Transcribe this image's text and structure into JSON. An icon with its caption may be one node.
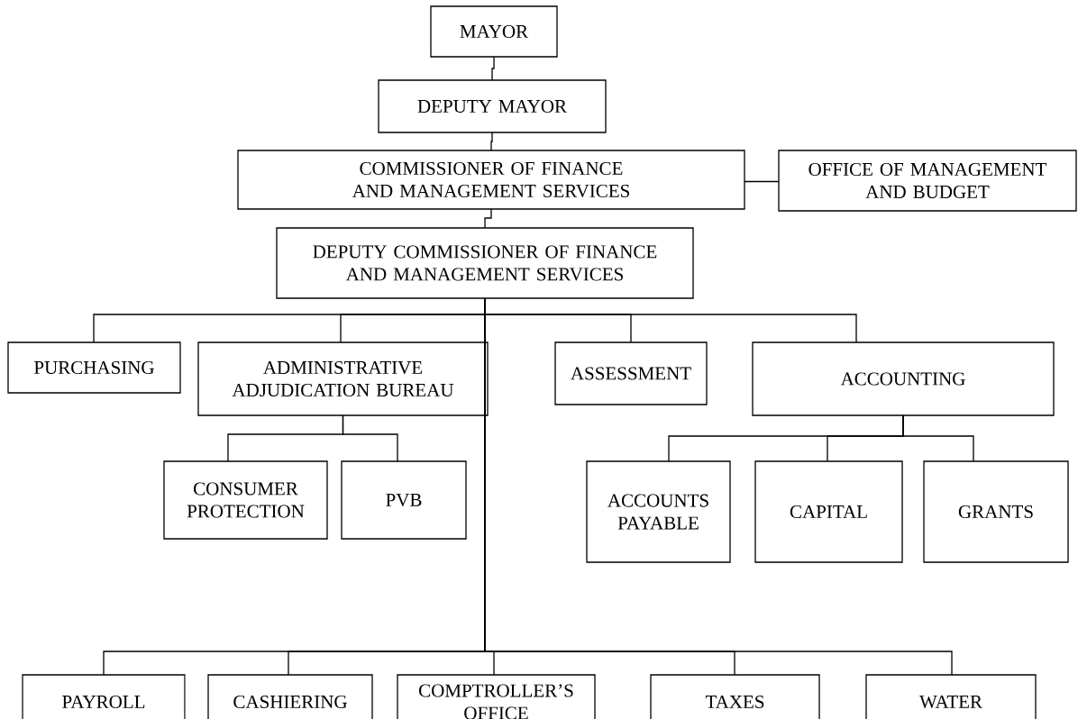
{
  "diagram": {
    "nodes": [
      {
        "text": [
          "MAYOR"
        ]
      },
      {
        "text": [
          "DEPUTY MAYOR"
        ]
      },
      {
        "text": [
          "COMMISSIONER OF FINANCE AND MANAGEMENT SERVICES"
        ]
      },
      {
        "text": [
          "OFFICE OF MANAGEMENT AND BUDGET"
        ]
      },
      {
        "text": [
          "DEPUTY COMMISSIONER OF FINANCE AND MANAGEMENT SERVICES"
        ]
      },
      {
        "text": [
          "PURCHASING"
        ]
      },
      {
        "text": [
          "ADMINISTRATIVE ADJUDICATION BUREAU"
        ]
      },
      {
        "text": [
          "ASSESSMENT"
        ]
      },
      {
        "text": [
          "ACCOUNTING"
        ]
      },
      {
        "text": [
          "CONSUMER PROTECTION"
        ]
      },
      {
        "text": [
          "PVB"
        ]
      },
      {
        "text": [
          "ACCOUNTS PAYABLE"
        ]
      },
      {
        "text": [
          "CAPITAL"
        ]
      },
      {
        "text": [
          "GRANTS"
        ]
      },
      {
        "text": [
          "PAYROLL"
        ]
      },
      {
        "text": [
          "CASHIERING"
        ]
      },
      {
        "text": [
          "COMPTROLLER’S OFFICE"
        ]
      },
      {
        "text": [
          "TAXES"
        ]
      },
      {
        "text": [
          "WATER"
        ]
      }
    ],
    "edges": [
      {
        "from": 0,
        "to": 1,
        "arrow": "none"
      },
      {
        "from": 1,
        "to": 2,
        "arrow": "none"
      },
      {
        "from": 2,
        "to": 3,
        "arrow": "none"
      },
      {
        "from": 2,
        "to": 4,
        "arrow": "none"
      },
      {
        "from": 4,
        "to": 5,
        "arrow": "none"
      },
      {
        "from": 4,
        "to": 6,
        "arrow": "none"
      },
      {
        "from": 4,
        "to": 7,
        "arrow": "none"
      },
      {
        "from": 4,
        "to": 8,
        "arrow": "none"
      },
      {
        "from": 6,
        "to": 9,
        "arrow": "none"
      },
      {
        "from": 6,
        "to": 10,
        "arrow": "none"
      },
      {
        "from": 8,
        "to": 11,
        "arrow": "none"
      },
      {
        "from": 8,
        "to": 12,
        "arrow": "none"
      },
      {
        "from": 8,
        "to": 13,
        "arrow": "none"
      },
      {
        "from": 4,
        "to": 14,
        "arrow": "none"
      },
      {
        "from": 4,
        "to": 15,
        "arrow": "none"
      },
      {
        "from": 4,
        "to": 16,
        "arrow": "none"
      },
      {
        "from": 4,
        "to": 17,
        "arrow": "none"
      },
      {
        "from": 4,
        "to": 18,
        "arrow": "none"
      }
    ]
  }
}
